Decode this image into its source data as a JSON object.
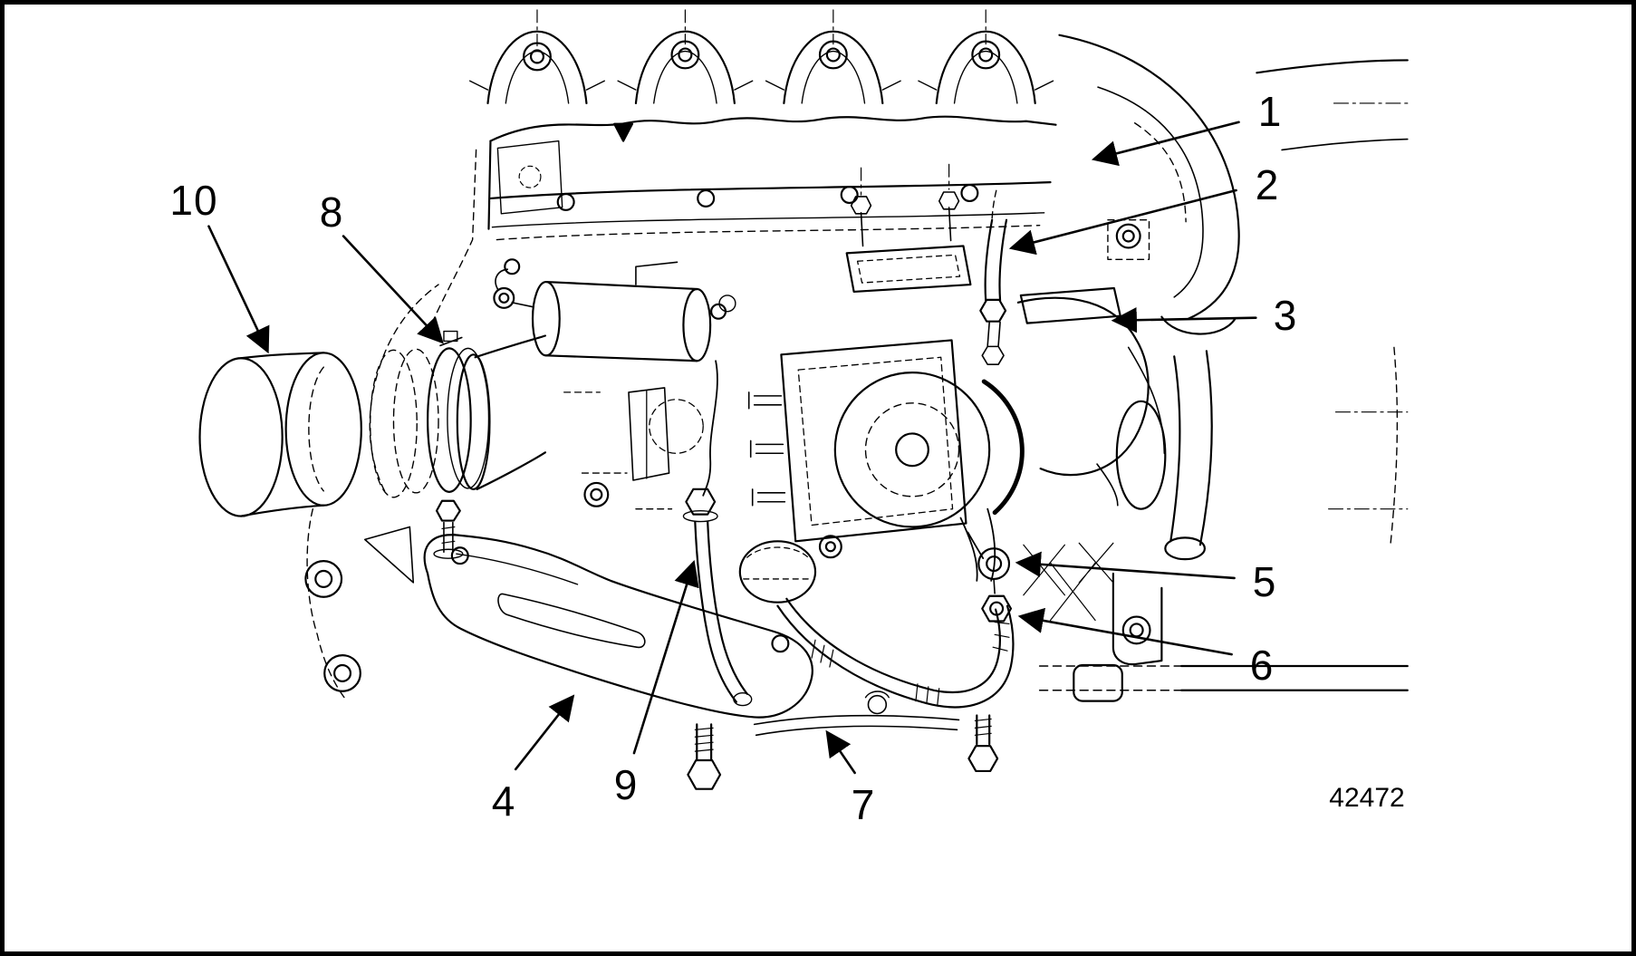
{
  "figure": {
    "number": "42472",
    "callouts": [
      "1",
      "2",
      "3",
      "4",
      "5",
      "6",
      "7",
      "8",
      "9",
      "10"
    ]
  }
}
